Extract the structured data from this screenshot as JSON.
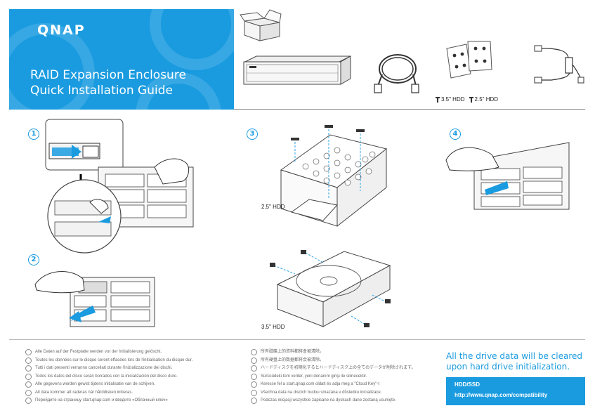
{
  "header": {
    "logo": "QNAP",
    "title_line1": "RAID Expansion Enclosure",
    "title_line2": "Quick Installation Guide"
  },
  "accessories": {
    "screw_label_35": "3.5\" HDD",
    "screw_label_25": "2.5\" HDD"
  },
  "steps": {
    "step1": "1",
    "step2": "2",
    "step3": "3",
    "step4": "4",
    "label_25_hdd": "2.5\" HDD",
    "label_35_hdd": "3.5\" HDD"
  },
  "notes_left": [
    "Alle Daten auf der Festplatte werden vor der Initialisierung gelöscht.",
    "Toutes les données sur le disque seront effacées lors de l'initialisation du disque dur.",
    "Tutti i dati presenti verranno cancellati durante l'inizializzazione dei dischi.",
    "Todos los datos del disco serán borrados con la inicialización del disco duro.",
    "Alle gegevens worden gewist tijdens initialisatie van de schijven.",
    "All data kommer att raderas när hårddisken initieras.",
    "Перейдите на страницу start.qnap.com и введите «Облачный ключ»"
  ],
  "notes_right": [
    "所有磁碟上的資料都將會被清除。",
    "所有硬盘上的数据都将会被清除。",
    "ハードディスクを初期化するとハードディスク上の全てのデータが削除されます。",
    "Sürücüdeki tüm veriler, yeni donanım girişi ile silinecektir.",
    "Keresse fel a start.qnap.com oldalt és adja meg a \"Cloud Key\"-t",
    "Všechna data na discích budou smazána v důsledku inicializace.",
    "Podczas inicjacji wszystkie zapisane na dyskach dane zostaną usunięte."
  ],
  "warning": {
    "text": "All the drive data will be cleared upon hard drive initialization."
  },
  "compat": {
    "label": "HDD/SSD",
    "url": "http://www.qnap.com/compatibility"
  },
  "colors": {
    "brand_blue": "#1a9be0"
  }
}
